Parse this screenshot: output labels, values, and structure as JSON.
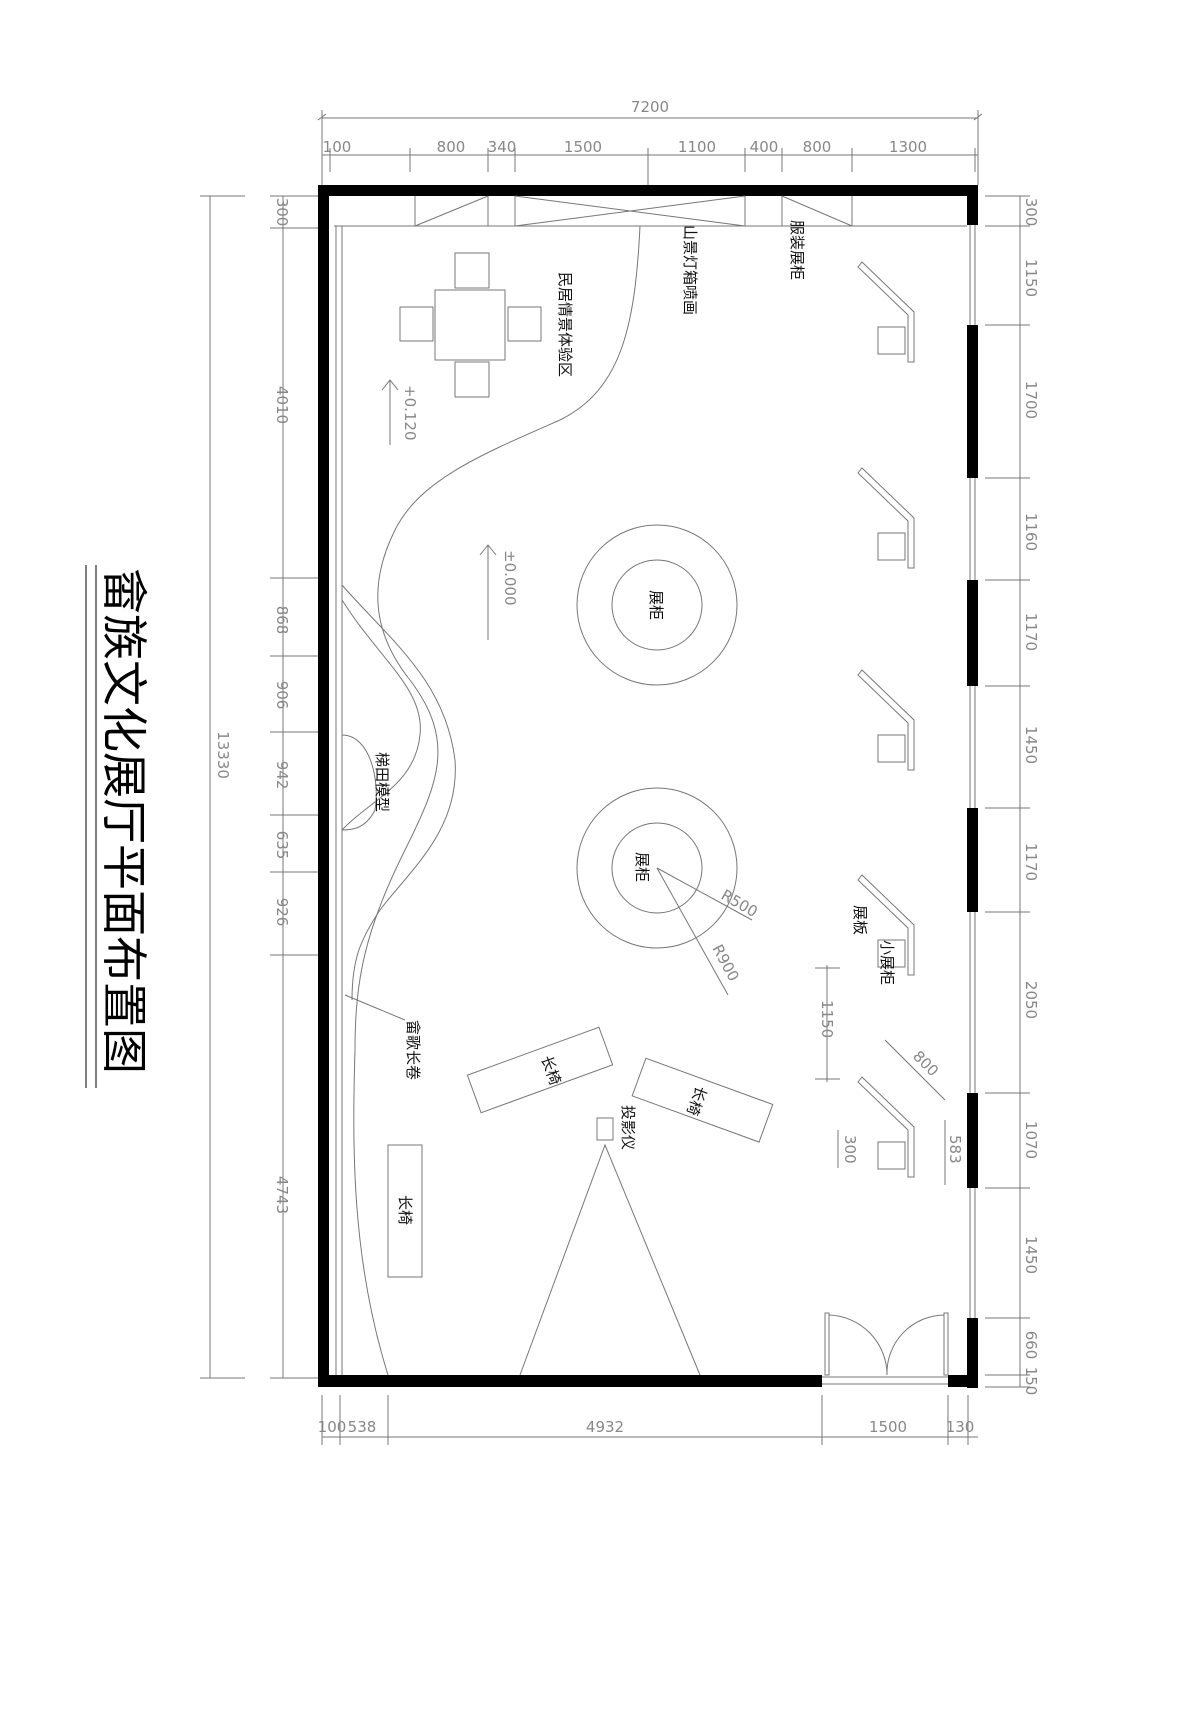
{
  "title": "畲族文化展厅平面布置图",
  "dimensions": {
    "overall_width": "7200",
    "top": [
      "100",
      "800",
      "340",
      "1500",
      "1100",
      "400",
      "800",
      "1300"
    ],
    "bottom": [
      "100",
      "538",
      "4932",
      "1500",
      "130"
    ],
    "overall_height": "13330",
    "left": [
      "300",
      "4010",
      "868",
      "906",
      "942",
      "635",
      "926",
      "4743"
    ],
    "right": [
      "300",
      "1150",
      "1700",
      "1160",
      "1170",
      "1450",
      "1170",
      "2050",
      "1070",
      "1450",
      "660",
      "150"
    ],
    "interior": {
      "spacing": "1150",
      "diag": "800",
      "box": "300",
      "depth": "583",
      "r_inner": "R500",
      "r_outer": "R900"
    }
  },
  "levels": {
    "upper": "+0.120",
    "main": "±0.000"
  },
  "labels": {
    "house_area": "民居情景体验区",
    "landscape": "山景灯箱喷画",
    "costume": "服装展柜",
    "cabinet1": "展柜",
    "cabinet2": "展柜",
    "terrace": "梯田模型",
    "song_scroll": "畲歌长卷",
    "bench1": "长椅",
    "bench2": "长椅",
    "bench3": "长椅",
    "projector": "投影仪",
    "panel": "展板",
    "small_cabinet": "小展柜"
  }
}
